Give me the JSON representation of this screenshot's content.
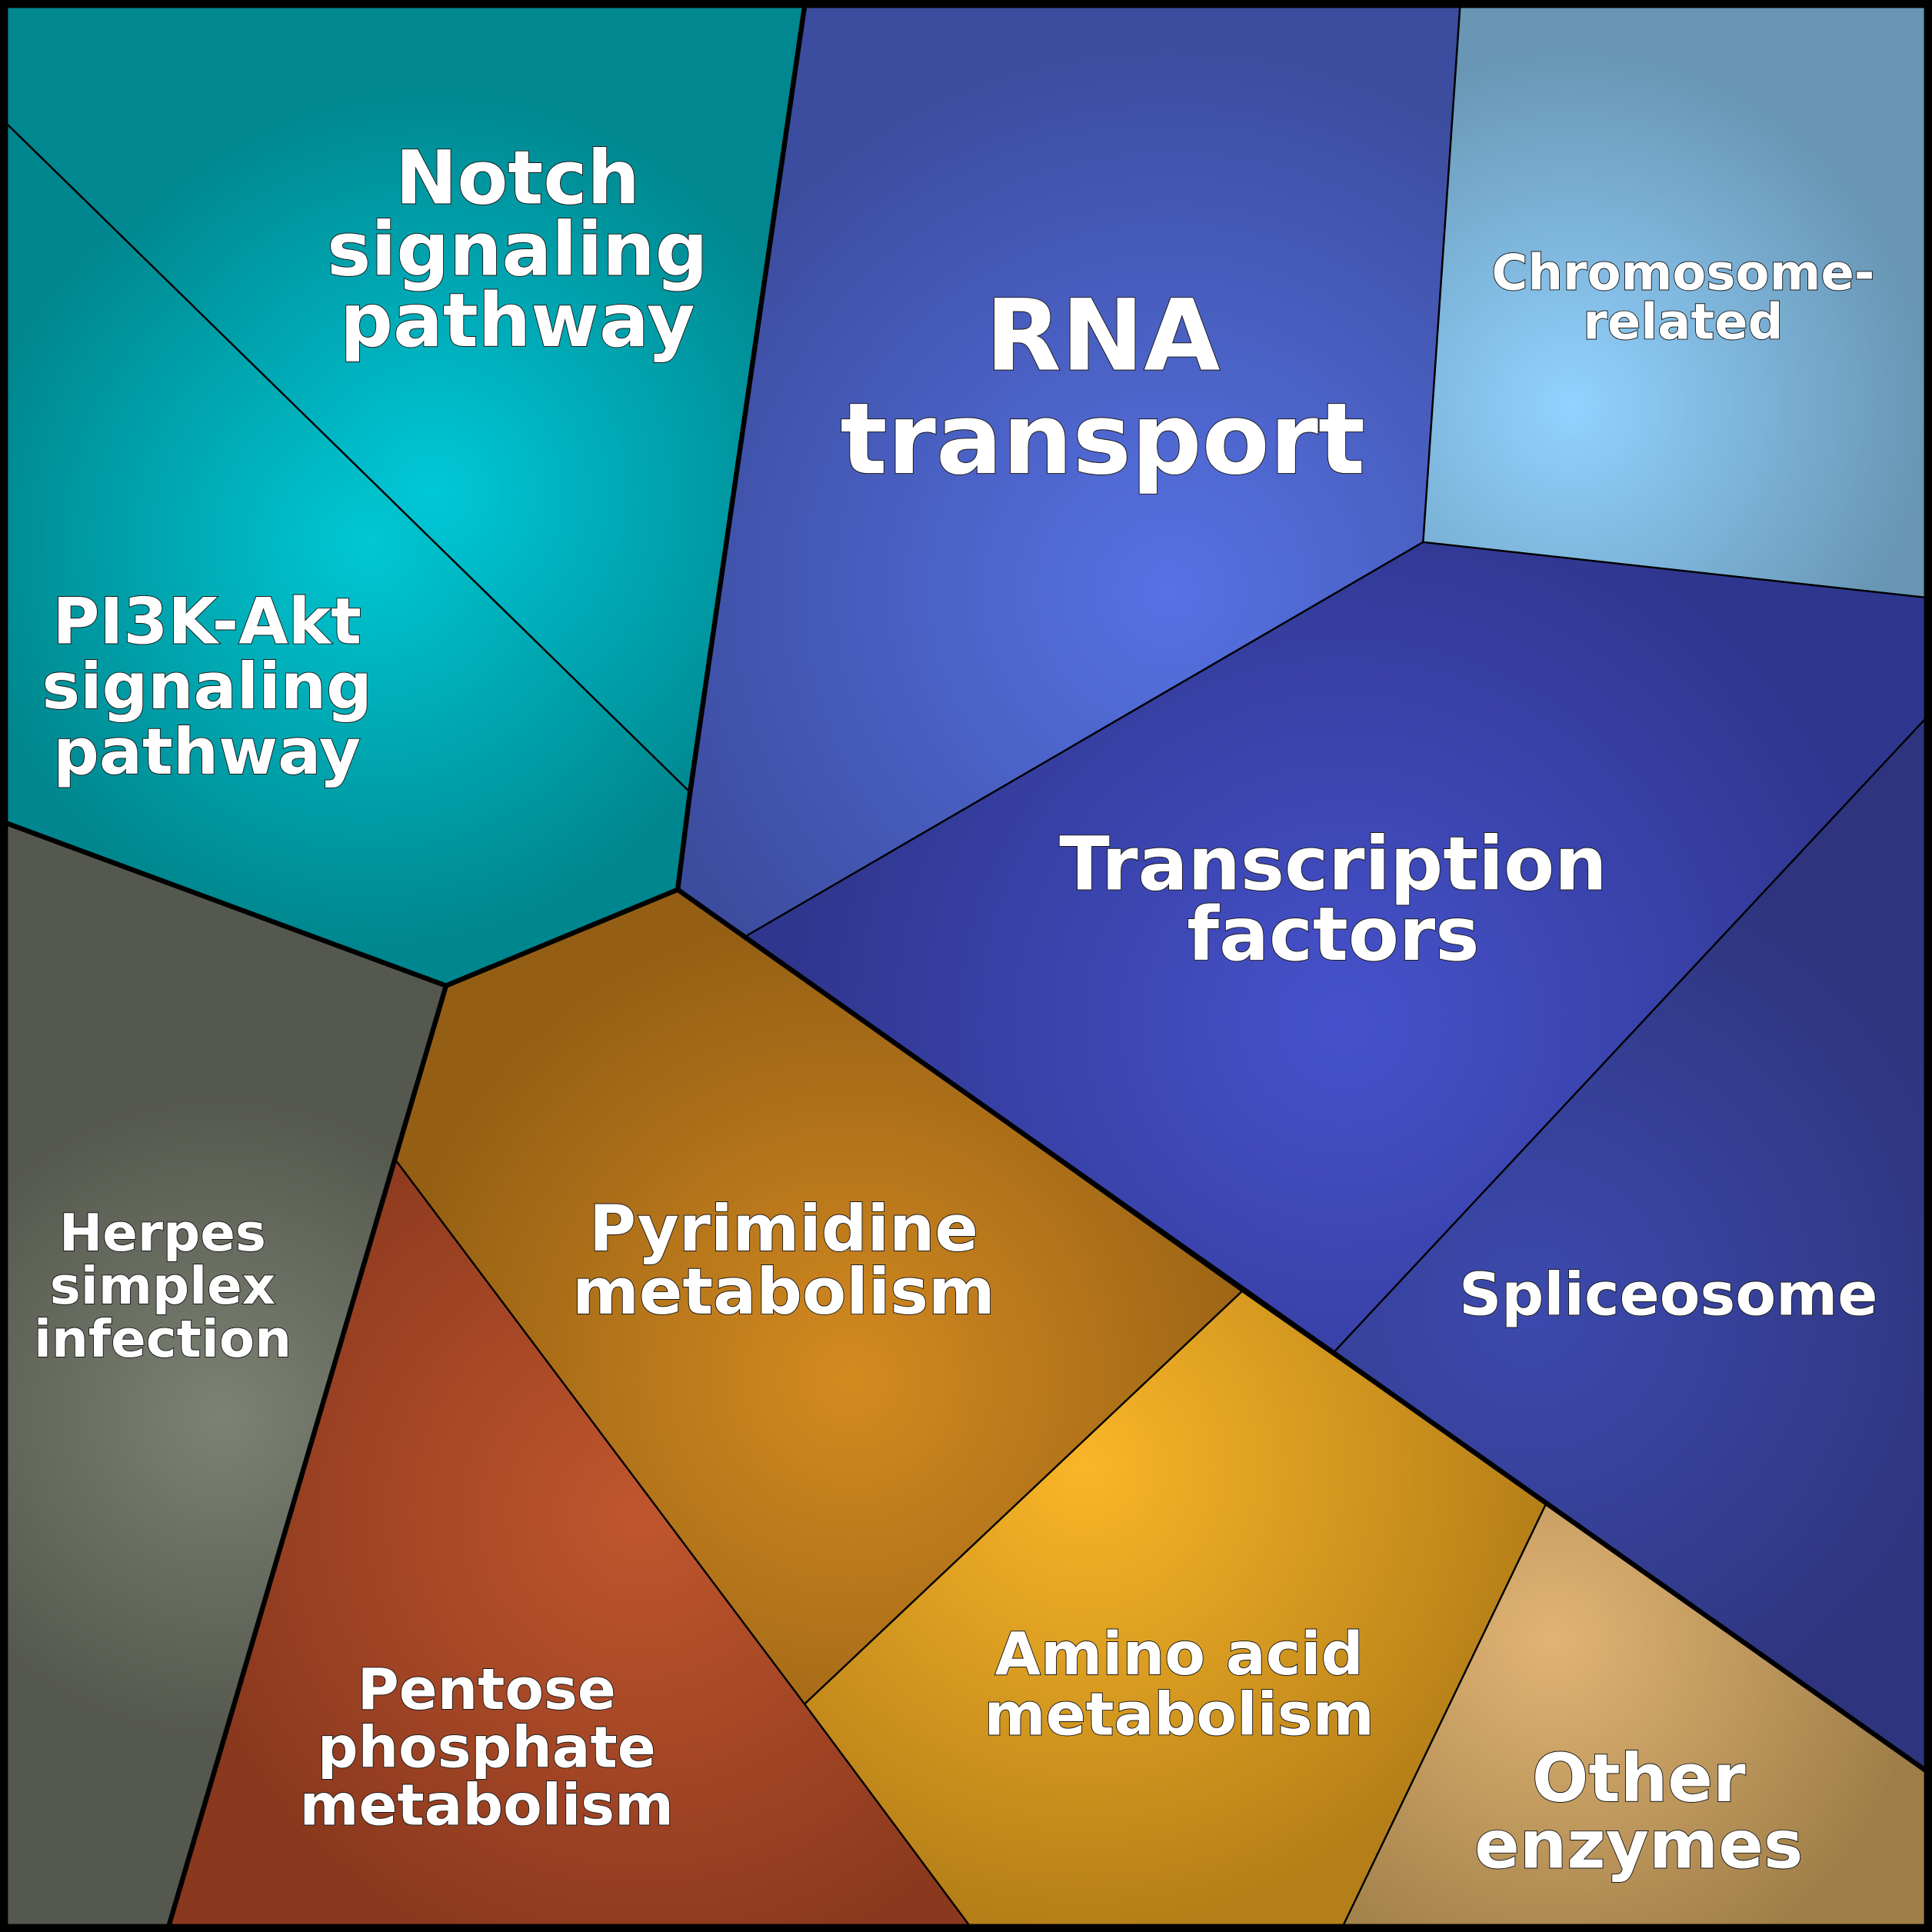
{
  "cells": [
    {
      "id": "notch",
      "lines": [
        "Notch",
        "signaling",
        "pathway"
      ],
      "inner": "#00c8d8",
      "outer": "#00878f"
    },
    {
      "id": "pi3k",
      "lines": [
        "PI3K-Akt",
        "signaling",
        "pathway"
      ],
      "inner": "#00c8d4",
      "outer": "#00868e"
    },
    {
      "id": "rna",
      "lines": [
        "RNA",
        "transport"
      ],
      "inner": "#5672e4",
      "outer": "#3c4c9e"
    },
    {
      "id": "chromosome",
      "lines": [
        "Chromosome-",
        "related"
      ],
      "inner": "#92d2ff",
      "outer": "#6896b4"
    },
    {
      "id": "transcription",
      "lines": [
        "Transcription",
        "factors"
      ],
      "inner": "#4652cc",
      "outer": "#2f368e"
    },
    {
      "id": "spliceosome",
      "lines": [
        "Spliceosome"
      ],
      "inner": "#3c4aae",
      "outer": "#2e357e"
    },
    {
      "id": "herpes",
      "lines": [
        "Herpes",
        "simplex",
        "infection"
      ],
      "inner": "#7c8274",
      "outer": "#55584e"
    },
    {
      "id": "pentose",
      "lines": [
        "Pentose",
        "phosphate",
        "metabolism"
      ],
      "inner": "#c0562e",
      "outer": "#8a381e"
    },
    {
      "id": "pyrimidine",
      "lines": [
        "Pyrimidine",
        "metabolism"
      ],
      "inner": "#d48a20",
      "outer": "#945f14"
    },
    {
      "id": "amino",
      "lines": [
        "Amino acid",
        "metabolism"
      ],
      "inner": "#fab628",
      "outer": "#b47e18"
    },
    {
      "id": "other",
      "lines": [
        "Other",
        "enzymes"
      ],
      "inner": "#e2b474",
      "outer": "#9e7e48"
    }
  ]
}
